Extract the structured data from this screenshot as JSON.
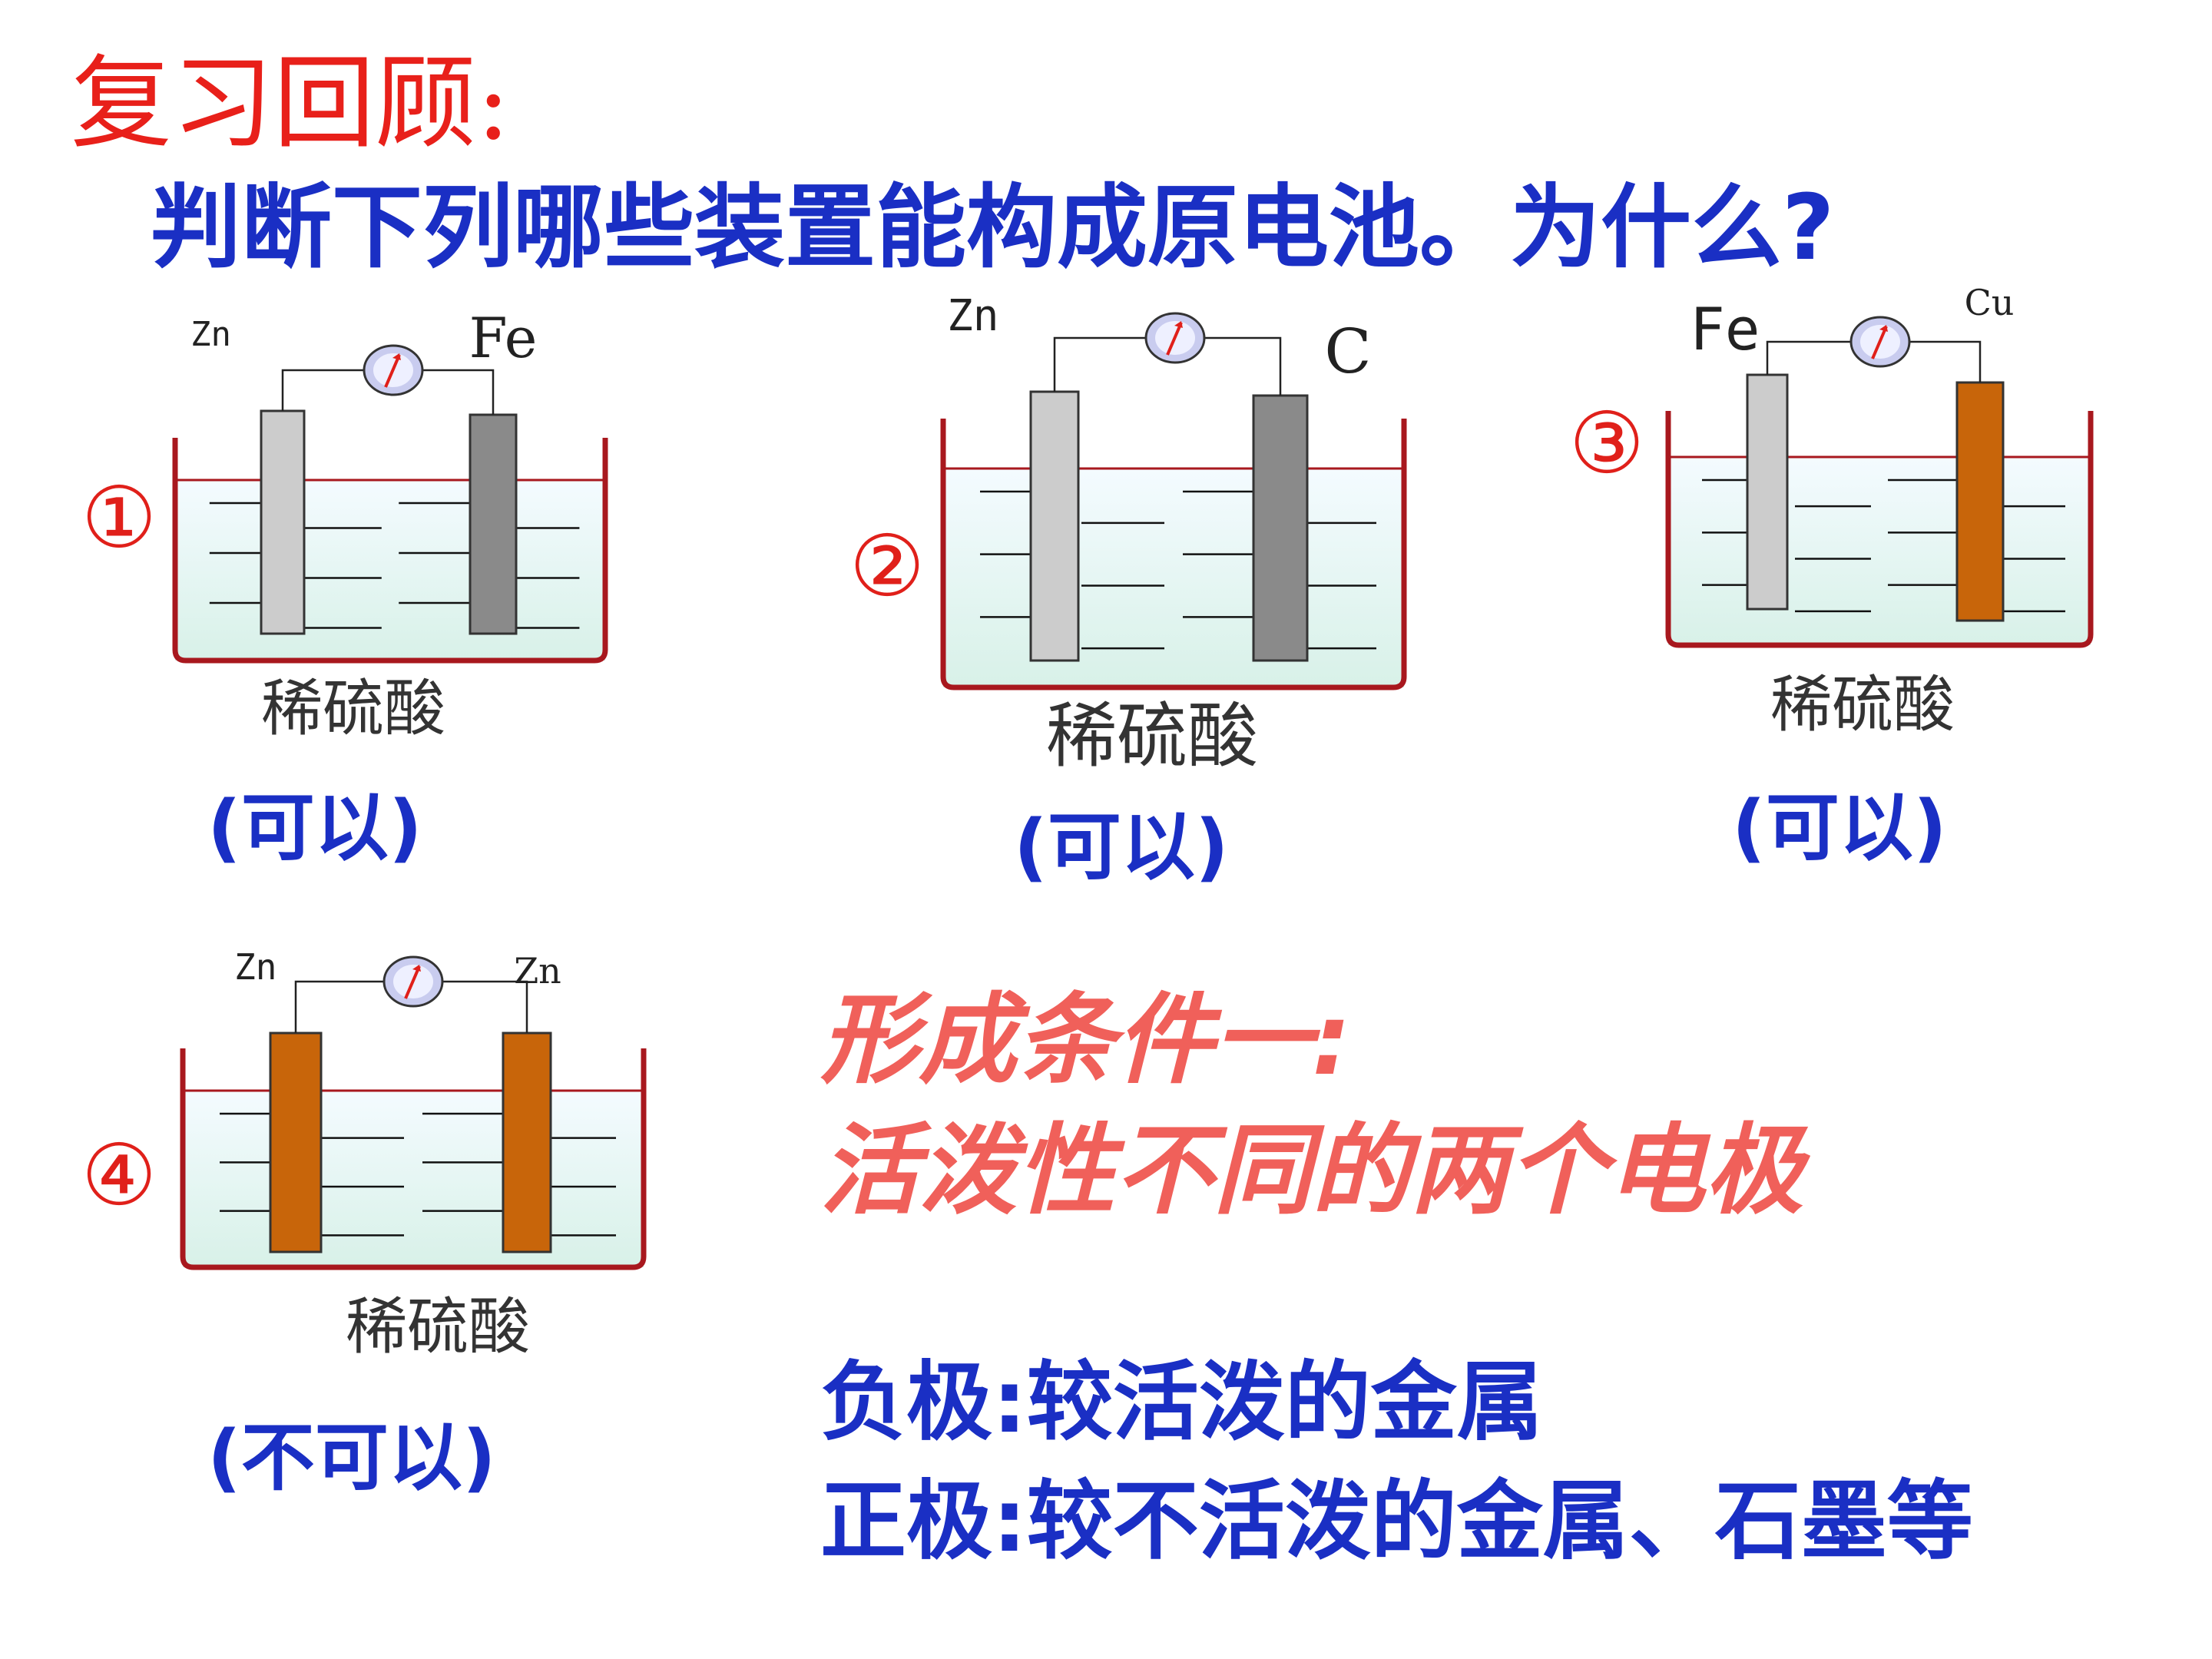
{
  "review_title": "复习回顾:",
  "question": "判断下列哪些装置能构成原电池。为什么?",
  "solution_label": "稀硫酸",
  "cells": [
    {
      "number": "①",
      "left_electrode": "Zn",
      "right_electrode": "Fe",
      "answer": "(可以)"
    },
    {
      "number": "②",
      "left_electrode": "Zn",
      "right_electrode": "C",
      "answer": "(可以)"
    },
    {
      "number": "③",
      "left_electrode": "Fe",
      "right_electrode": "Cu",
      "answer": "(可以)"
    },
    {
      "number": "④",
      "left_electrode": "Zn",
      "right_electrode": "Zn",
      "answer": "(不可以)"
    }
  ],
  "condition": {
    "title": "形成条件一:",
    "body": "活泼性不同的两个电极"
  },
  "poles": {
    "negative": "负极:较活泼的金属",
    "positive": "正极:较不活泼的金属、石墨等"
  },
  "colors": {
    "red_title": "#e8201a",
    "blue_text": "#1a2fc4",
    "condition_text": "#f0605a",
    "beaker": "#a8181e",
    "solution": "#d8f1e8",
    "light_electrode": "#cccccc",
    "dark_electrode": "#8a8a8a",
    "copper_electrode": "#c8650a"
  }
}
